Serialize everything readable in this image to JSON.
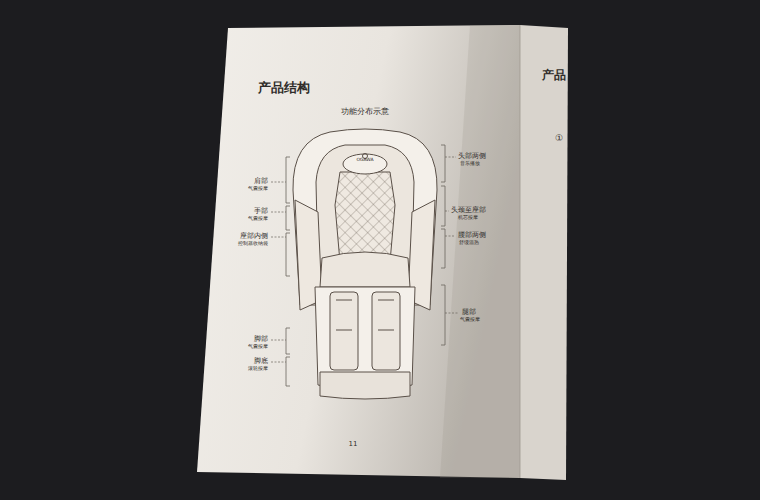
{
  "diagram": {
    "title": "产品结构",
    "labels": [
      "功能分布示意",
      "OGAWA",
      "头部两侧",
      "音乐播放",
      "肩部",
      "气囊按摩",
      "手部",
      "气囊按摩",
      "头颈至座部",
      "机芯按摩",
      "腰部两侧",
      "舒缓温热",
      "座部内侧",
      "控制器收纳袋",
      "腿部",
      "气囊按摩",
      "脚部",
      "气囊按摩",
      "脚底",
      "滚轮按摩",
      "11",
      "产品",
      "①"
    ]
  }
}
